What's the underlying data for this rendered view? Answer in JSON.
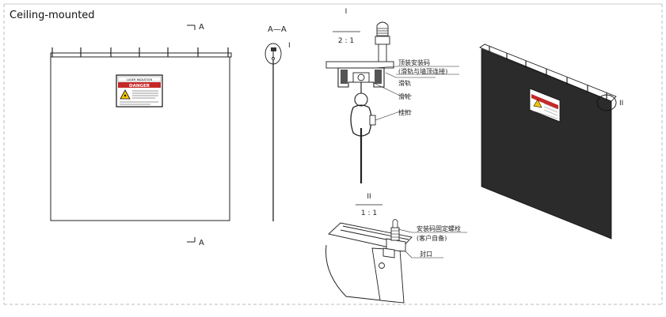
{
  "title": "Ceiling-mounted",
  "views": {
    "front": {
      "section_mark_top": "A",
      "section_mark_bottom": "A",
      "sign": {
        "header": "LASER RADIATION",
        "warning": "DANGER"
      }
    },
    "section": {
      "label": "A—A",
      "detail_ref": "I"
    },
    "detail_1": {
      "label_top": "I",
      "scale": "2 : 1",
      "callouts": [
        {
          "text": "顶装安装码"
        },
        {
          "text": "(滑轨与墙顶连接)"
        },
        {
          "text": "滑轨"
        },
        {
          "text": "滑轮"
        },
        {
          "text": "挂扣"
        }
      ]
    },
    "detail_2": {
      "label_top": "II",
      "scale": "1 : 1",
      "callouts": [
        {
          "text": "安装码固定螺栓"
        },
        {
          "text": "(客户自备)"
        },
        {
          "text": "封口"
        }
      ]
    },
    "perspective": {
      "detail_ref": "II",
      "curtain_color": "#2b2b2b"
    }
  }
}
